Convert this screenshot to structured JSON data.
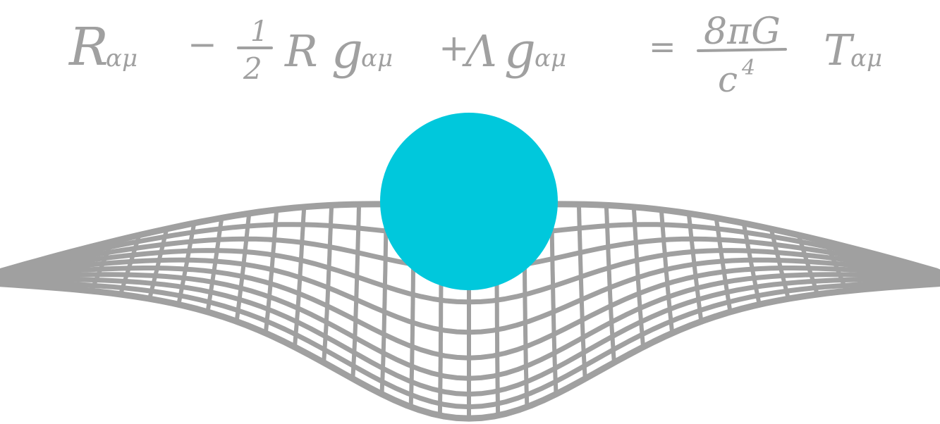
{
  "equation": {
    "lhs_term_1": "R",
    "lhs_term_1_sub": "αμ",
    "minus": "−",
    "half_num": "1",
    "half_den": "2",
    "r_scalar": "R",
    "g_1": "g",
    "g_1_sub": "αμ",
    "plus": "+",
    "lambda": "Λ",
    "g_2": "g",
    "g_2_sub": "αμ",
    "equals": "=",
    "coef_num": "8πG",
    "coef_den": "c",
    "coef_den_exp": "4",
    "t_tensor": "T",
    "t_tensor_sub": "αμ"
  },
  "colors": {
    "ink": "#a0a0a0",
    "mesh": "#a0a0a0",
    "sphere": "#00c8dc",
    "background": "#ffffff"
  }
}
